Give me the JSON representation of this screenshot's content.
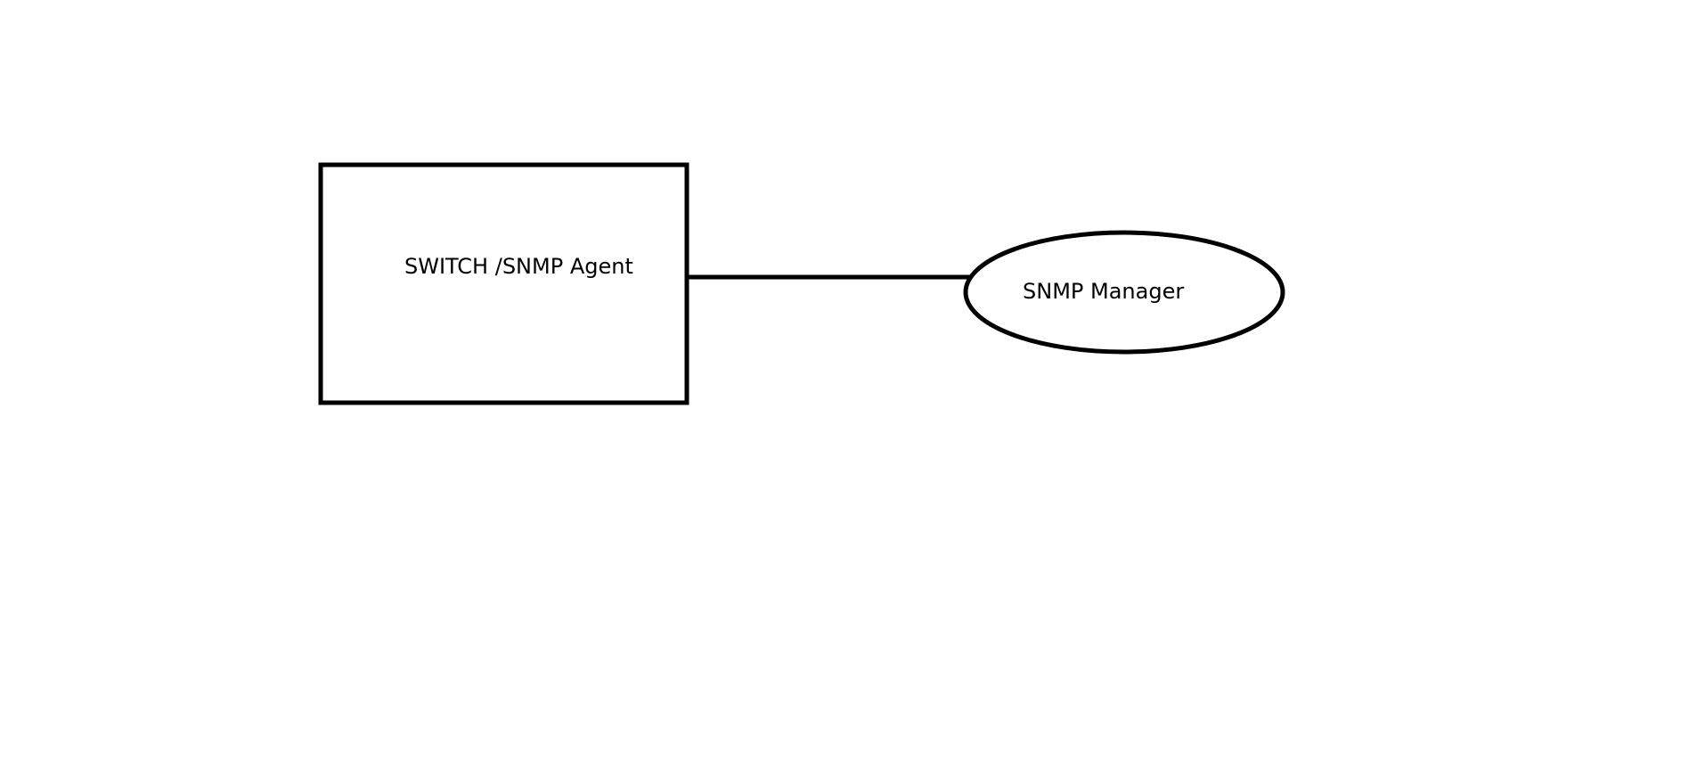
{
  "diagram": {
    "nodes": [
      {
        "id": "switch-agent",
        "shape": "rectangle",
        "label": "SWITCH /SNMP Agent"
      },
      {
        "id": "snmp-manager",
        "shape": "ellipse",
        "label": "SNMP Manager"
      }
    ],
    "edges": [
      {
        "from": "switch-agent",
        "to": "snmp-manager"
      }
    ],
    "colors": {
      "stroke": "#000000",
      "background": "#ffffff",
      "text": "#000000"
    }
  }
}
